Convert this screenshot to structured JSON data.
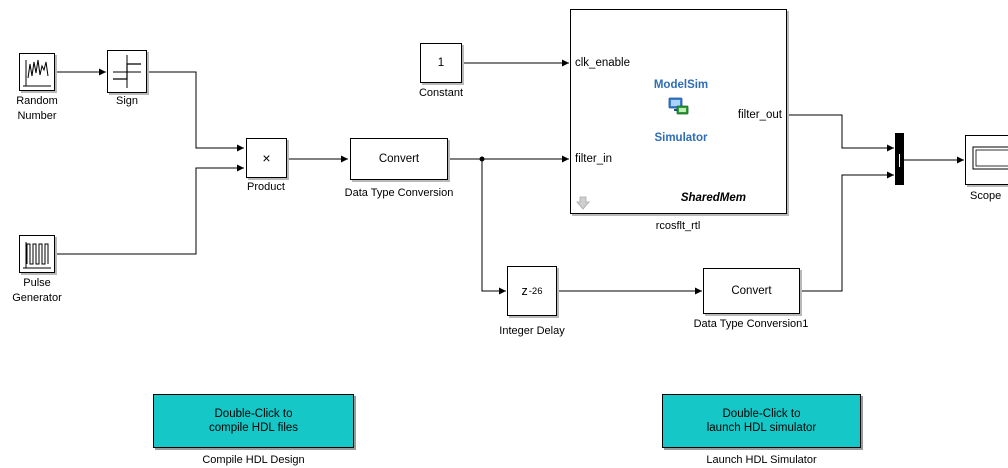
{
  "blocks": {
    "random_number": {
      "label_line1": "Random",
      "label_line2": "Number"
    },
    "sign": {
      "label": "Sign"
    },
    "pulse_generator": {
      "label_line1": "Pulse",
      "label_line2": "Generator"
    },
    "product": {
      "symbol": "×",
      "label": "Product"
    },
    "constant": {
      "value": "1",
      "label": "Constant"
    },
    "dtc1": {
      "text": "Convert",
      "label": "Data Type Conversion"
    },
    "rcosflt": {
      "port_clk_enable": "clk_enable",
      "port_filter_in": "filter_in",
      "port_filter_out": "filter_out",
      "brand_top": "ModelSim",
      "brand_bottom": "Simulator",
      "mode": "SharedMem",
      "label": "rcosflt_rtl"
    },
    "integer_delay": {
      "base": "z",
      "exponent": "-26",
      "label": "Integer Delay"
    },
    "dtc2": {
      "text": "Convert",
      "label": "Data Type Conversion1"
    },
    "scope": {
      "label": "Scope"
    }
  },
  "buttons": {
    "compile": {
      "line1": "Double-Click to",
      "line2": "compile HDL files",
      "label": "Compile HDL Design"
    },
    "launch": {
      "line1": "Double-Click to",
      "line2": "launch HDL simulator",
      "label": "Launch HDL Simulator"
    }
  },
  "colors": {
    "button_fill": "#16c7c7",
    "brand_blue": "#2f6db3",
    "wire": "#000000"
  }
}
